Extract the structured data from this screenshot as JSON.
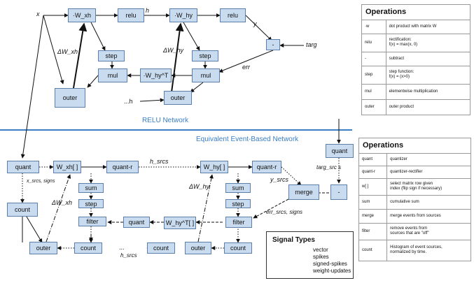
{
  "top_network": {
    "nodes": {
      "wxh": "·W_xh",
      "relu1": "relu",
      "why": "·W_hy",
      "relu2": "relu",
      "minus": "-",
      "step1": "step",
      "mul1": "mul",
      "why_t": "·W_hy^T",
      "step2": "step",
      "mul2": "mul",
      "outer1": "outer",
      "outer2": "outer"
    },
    "labels": {
      "x": "x",
      "h": "h",
      "y": "y",
      "targ": "targ",
      "err": "err",
      "dwxh": "ΔW_xh",
      "dwhy": "ΔW_hy",
      "dots_h": "...h"
    },
    "title": "RELU Network"
  },
  "bottom_network": {
    "title": "Equivalent Event-Based Network",
    "nodes": {
      "quant_l": "quant",
      "wxh": "W_xh[ ]",
      "quant_r": "quant-r",
      "why": "W_hy[ ]",
      "quant_r2": "quant-r",
      "quant_top": "quant",
      "sum1": "sum",
      "step1": "step",
      "filter1": "filter",
      "quant_mid": "quant",
      "why_t": "W_hy^T[ ]",
      "sum2": "sum",
      "step2": "step",
      "filter2": "filter",
      "merge": "merge",
      "minus": "-",
      "count_l": "count",
      "outer_l": "outer",
      "count1": "count",
      "count2": "count",
      "outer2": "outer",
      "count3": "count"
    },
    "labels": {
      "hsrcs": "h_srcs",
      "xsrcs": "x_srcs, signs",
      "dwxh": "ΔW_xh",
      "dwhy": "ΔW_hy",
      "ysrcs": "y_srcs",
      "targsrc": "targ_src s",
      "errsrcs": "err_srcs, signs",
      "dots_h": "...",
      "hsrcs2": "h_srcs"
    }
  },
  "ops_top": {
    "title": "Operations",
    "rows": [
      [
        "·w",
        "dot product with matrix W"
      ],
      [
        "relu",
        "rectification:\nf(x) = max(x, 0)"
      ],
      [
        "-",
        "subtract"
      ],
      [
        "step",
        "step function:\nf(x) = (x>0)"
      ],
      [
        "mul",
        "elementwise multiplication"
      ],
      [
        "outer",
        "outer product"
      ]
    ]
  },
  "ops_bottom": {
    "title": "Operations",
    "rows": [
      [
        "quant",
        "quantizer"
      ],
      [
        "quant-r",
        "quantizer-rectifier"
      ],
      [
        "w[ ]",
        "select matrix row given\nindex (flip sign if necessary)"
      ],
      [
        "sum",
        "cumulative sum"
      ],
      [
        "merge",
        "merge events from sources"
      ],
      [
        "filter",
        "remove events from\nsources that are \"off\""
      ],
      [
        "count",
        "Histogram of event sources,\nnormalized by time."
      ]
    ]
  },
  "legend": {
    "title": "Signal Types",
    "items": [
      "vector",
      "spikes",
      "signed-spikes",
      "weight-updates"
    ]
  },
  "colors": {
    "node_fill": "#c9dcef",
    "node_border": "#5b7fa8",
    "divider": "#3b7fc4",
    "title": "#3b7fc4"
  }
}
